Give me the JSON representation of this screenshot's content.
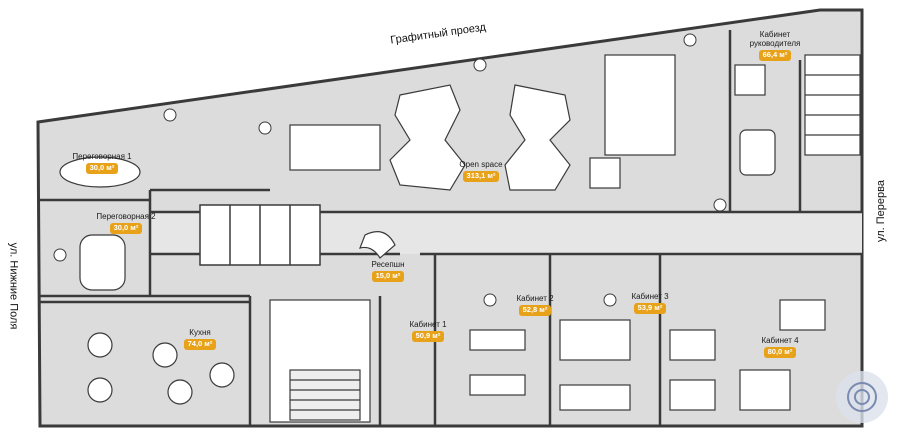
{
  "streets": {
    "top": "Графитный проезд",
    "left": "ул. Нижние Поля",
    "right": "ул. Перерва"
  },
  "rooms": [
    {
      "name": "Переговорная 1",
      "area": "30,0 м²"
    },
    {
      "name": "Переговорная 2",
      "area": "30,0 м²"
    },
    {
      "name": "Open space",
      "area": "313,1 м²"
    },
    {
      "name": "Кабинет руководителя",
      "area": "66,4 м²"
    },
    {
      "name": "Ресепшн",
      "area": "15,0 м²"
    },
    {
      "name": "Кухня",
      "area": "74,0 м²"
    },
    {
      "name": "Кабинет 1",
      "area": "50,9 м²"
    },
    {
      "name": "Кабинет 2",
      "area": "52,8 м²"
    },
    {
      "name": "Кабинет 3",
      "area": "53,9 м²"
    },
    {
      "name": "Кабинет 4",
      "area": "80,0 м²"
    }
  ],
  "colors": {
    "floor": "#dcdcdc",
    "wall": "#3a3a3a",
    "badge": "#e8a21a",
    "furniture": "#ffffff"
  }
}
